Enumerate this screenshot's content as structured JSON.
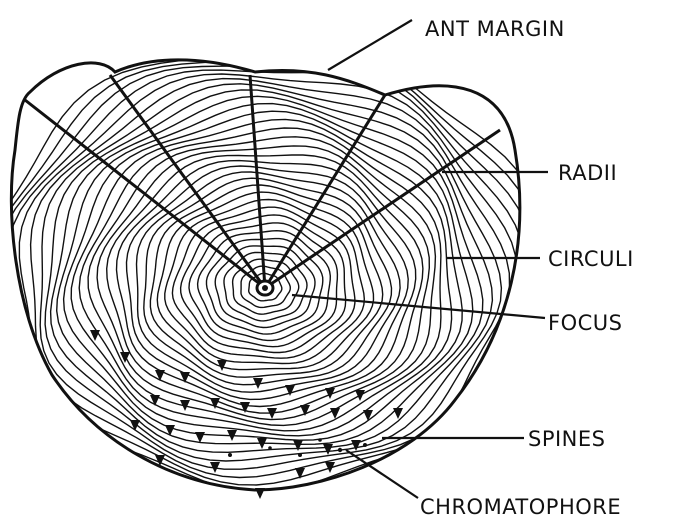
{
  "labels": {
    "ant_margin": "ANT MARGIN",
    "radii": "RADII",
    "circuli": "CIRCULI",
    "focus": "FOCUS",
    "spines": "SPINES",
    "chromatophore": "CHROMATOPHORE"
  },
  "colors": {
    "ink": "#111111",
    "paper": "#ffffff"
  }
}
